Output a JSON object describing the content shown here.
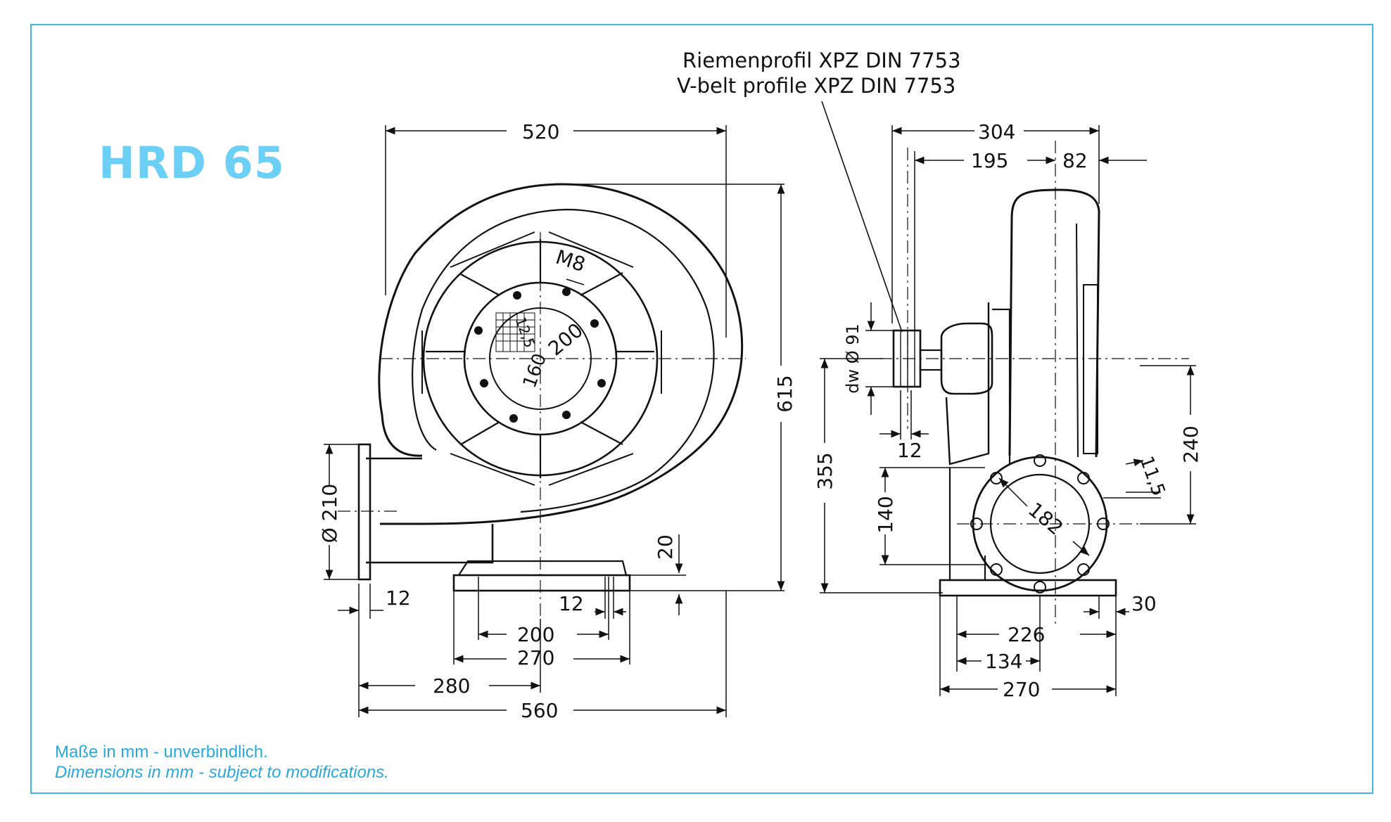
{
  "title": "HRD 65",
  "belt_label": {
    "de": "Riemenprofil XPZ DIN 7753",
    "en": "V-belt profile XPZ DIN 7753"
  },
  "notes": {
    "de": "Maße in mm - unverbindlich.",
    "en": "Dimensions in mm - subject to modifications."
  },
  "front_view": {
    "width_top": "520",
    "height": "615",
    "outlet_dia": "Ø 210",
    "flange_thk": "12",
    "base_height": "20",
    "bolt_thk": "12",
    "base_hole_spacing": "200",
    "base_width": "270",
    "outlet_offset": "280",
    "total_width": "560",
    "thread": "M8",
    "inlet_dia_outer": "200",
    "inlet_dia_inner": "160",
    "hole_size": "12,5"
  },
  "side_view": {
    "total_depth": "304",
    "depth_195": "195",
    "depth_82": "82",
    "pulley_dia": "dw Ø 91",
    "pulley_width": "12",
    "shaft_height": "355",
    "center_height": "240",
    "outlet_height": "140",
    "flange_bolt_circle": "182",
    "flange_hole": "11,5",
    "foot_width": "30",
    "base_226": "226",
    "base_134": "134",
    "base_270": "270"
  }
}
